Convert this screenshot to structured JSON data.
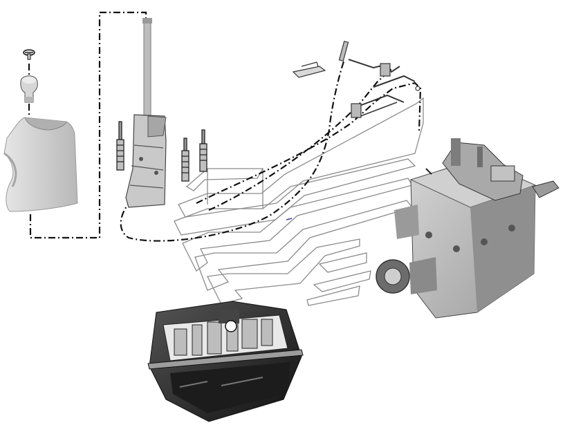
{
  "diagram": {
    "colors": {
      "background": "#ffffff",
      "line": "#111111",
      "panel": "#d8d8d8",
      "panel_dark": "#9a9a9a",
      "metal": "#bdbdbd",
      "dark": "#222222",
      "guide": "#8a8a8a",
      "accent": "#3a3aa0"
    },
    "parts": [
      {
        "id": "shift-knob-screw",
        "icon": "screw-icon"
      },
      {
        "id": "shift-knob",
        "icon": "knob-icon"
      },
      {
        "id": "shift-boot-cover",
        "icon": "cover-icon"
      },
      {
        "id": "shift-lever-bracket",
        "icon": "lever-icon"
      },
      {
        "id": "cable-bracket",
        "icon": "bracket-icon"
      },
      {
        "id": "shift-cable-ends",
        "icon": "cable-icon"
      },
      {
        "id": "gearbox-assembly",
        "icon": "gearbox-icon"
      },
      {
        "id": "gearbox-cutaway",
        "icon": "gearbox-cutaway-icon"
      }
    ]
  }
}
